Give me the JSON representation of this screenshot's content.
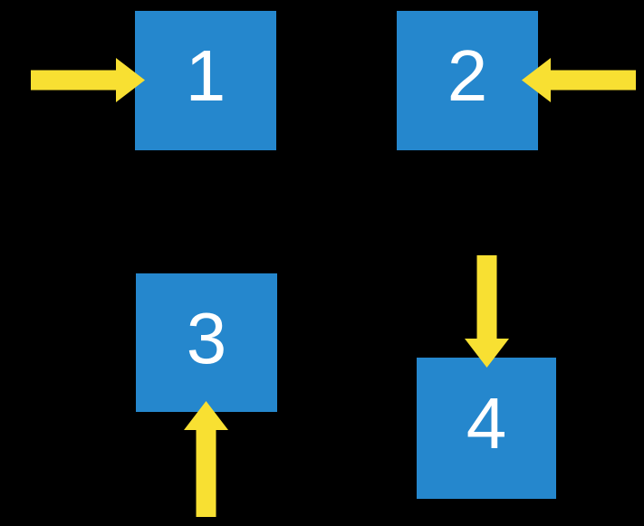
{
  "diagram": {
    "background_color": "#000000",
    "square_color": "#2587CD",
    "arrow_color": "#F8E032",
    "label_color": "#FFFFFF",
    "squares": [
      {
        "label": "1",
        "position": "top-left",
        "arrow": {
          "direction": "right",
          "enters_from": "left"
        }
      },
      {
        "label": "2",
        "position": "top-right",
        "arrow": {
          "direction": "left",
          "enters_from": "right"
        }
      },
      {
        "label": "3",
        "position": "bottom-left",
        "arrow": {
          "direction": "up",
          "enters_from": "bottom"
        }
      },
      {
        "label": "4",
        "position": "bottom-right",
        "arrow": {
          "direction": "down",
          "enters_from": "top"
        }
      }
    ]
  }
}
